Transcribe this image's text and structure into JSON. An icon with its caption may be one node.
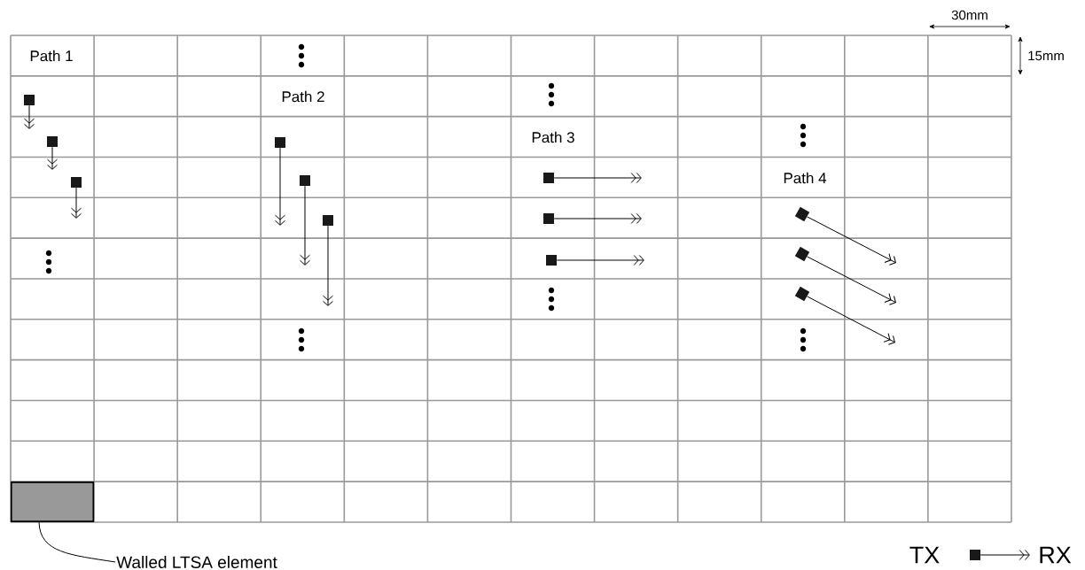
{
  "diagram": {
    "nodes": [
      {
        "text": [],
        "shape": "box"
      },
      {
        "text": [],
        "shape": "box"
      },
      {
        "text": [],
        "shape": "box"
      },
      {
        "text": [],
        "shape": "box"
      },
      {
        "text": [],
        "shape": "box"
      },
      {
        "text": [],
        "shape": "box"
      },
      {
        "text": [],
        "shape": "box"
      },
      {
        "text": [],
        "shape": "box"
      },
      {
        "text": [],
        "shape": "box"
      },
      {
        "text": [],
        "shape": "box"
      },
      {
        "text": [],
        "shape": "box"
      },
      {
        "text": [],
        "shape": "box"
      },
      {
        "text": [],
        "shape": "box"
      },
      {
        "text": [
          "Walled LTSA element"
        ]
      },
      {
        "text": [],
        "shape": "box"
      },
      {
        "text": [
          "TX"
        ]
      },
      {
        "text": [
          "RX"
        ]
      }
    ],
    "edges": [
      {
        "from": 0,
        "to": null,
        "arrow": "to"
      },
      {
        "from": 1,
        "to": null,
        "arrow": "to"
      },
      {
        "from": 2,
        "to": null,
        "arrow": "to"
      },
      {
        "from": 3,
        "to": null,
        "arrow": "to"
      },
      {
        "from": 4,
        "to": null,
        "arrow": "to"
      },
      {
        "from": 5,
        "to": null,
        "arrow": "to"
      },
      {
        "from": 6,
        "to": null,
        "arrow": "to"
      },
      {
        "from": 7,
        "to": null,
        "arrow": "to"
      },
      {
        "from": 8,
        "to": null,
        "arrow": "to"
      },
      {
        "from": 9,
        "to": null,
        "arrow": "to"
      },
      {
        "from": 10,
        "to": null,
        "arrow": "to"
      },
      {
        "from": 11,
        "to": null,
        "arrow": "to"
      },
      {
        "from": 13,
        "to": 12,
        "arrow": "none"
      },
      {
        "from": 14,
        "to": 16,
        "arrow": "to"
      }
    ],
    "labels": [
      "30mm",
      "15mm",
      "Path 1",
      "Path 2",
      "Path 3",
      "Path 4"
    ]
  }
}
